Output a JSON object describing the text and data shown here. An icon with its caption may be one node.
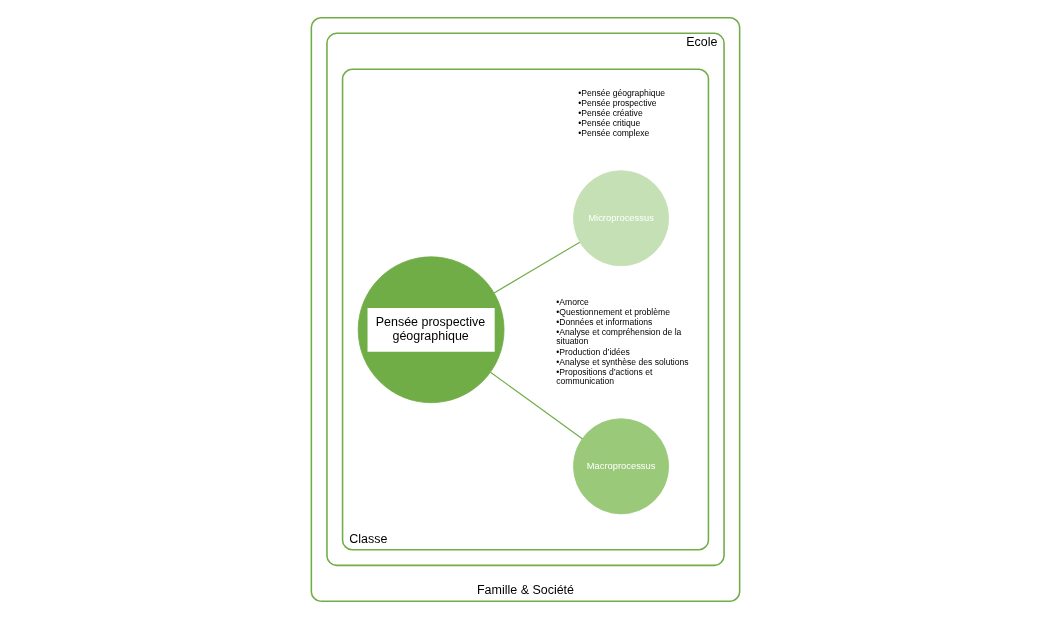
{
  "diagram": {
    "nodes": [
      {
        "text": [
          "Famille & Société"
        ]
      },
      {
        "text": [
          "Ecole"
        ],
        "in": 0
      },
      {
        "text": [
          "Classe"
        ],
        "in": 1
      },
      {
        "text": [
          "Pensée prospective géographique"
        ],
        "in": 2
      },
      {
        "text": [
          "Macroprocessus"
        ],
        "in": 2,
        "beside": [
          "•Amorce",
          "•Questionnement et problème",
          "•Données et informations",
          "•Analyse et compréhension de la situation",
          "•Production d’idées",
          "•Analyse et synthèse des solutions",
          "•Propositions d’actions et communication"
        ]
      },
      {
        "text": [
          "Microprocessus"
        ],
        "in": 2,
        "beside": [
          "•Pensée géographique",
          "•Pensée prospective",
          "•Pensée créative",
          "•Pensée critique",
          "•Pensée complexe"
        ]
      }
    ],
    "edges": [
      {
        "from": 3,
        "to": 4,
        "arrow": "none"
      },
      {
        "from": 3,
        "to": 5,
        "arrow": "none"
      }
    ]
  }
}
